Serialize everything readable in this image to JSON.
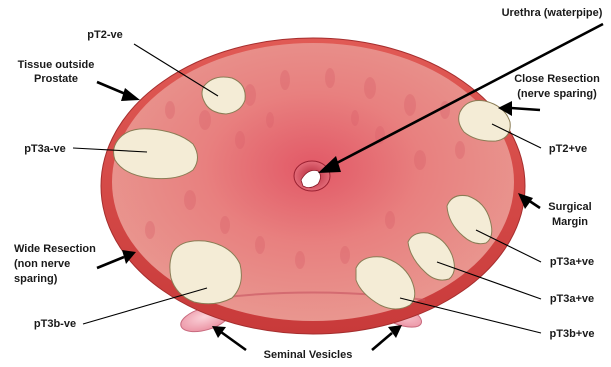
{
  "labels": {
    "urethra": "Urethra (waterpipe)",
    "pt2_neg": "pT2-ve",
    "tissue_outside_1": "Tissue outside",
    "tissue_outside_2": "Prostate",
    "close_resection_1": "Close Resection",
    "close_resection_2": "(nerve sparing)",
    "pt3a_neg": "pT3a-ve",
    "pt2_pos": "pT2+ve",
    "surgical_margin_1": "Surgical",
    "surgical_margin_2": "Margin",
    "wide_resection_1": "Wide Resection",
    "wide_resection_2": "(non nerve",
    "wide_resection_3": "sparing)",
    "pt3a_pos_1": "pT3a+ve",
    "pt3a_pos_2": "pT3a+ve",
    "pt3b_neg": "pT3b-ve",
    "pt3b_pos": "pT3b+ve",
    "seminal_vesicles": "Seminal Vesicles"
  },
  "colors": {
    "outer_tissue": "#dd4a4a",
    "gland": "#e57a78",
    "tumor": "#f4ecd6",
    "seminal_vesicle": "#f2a9b4"
  }
}
